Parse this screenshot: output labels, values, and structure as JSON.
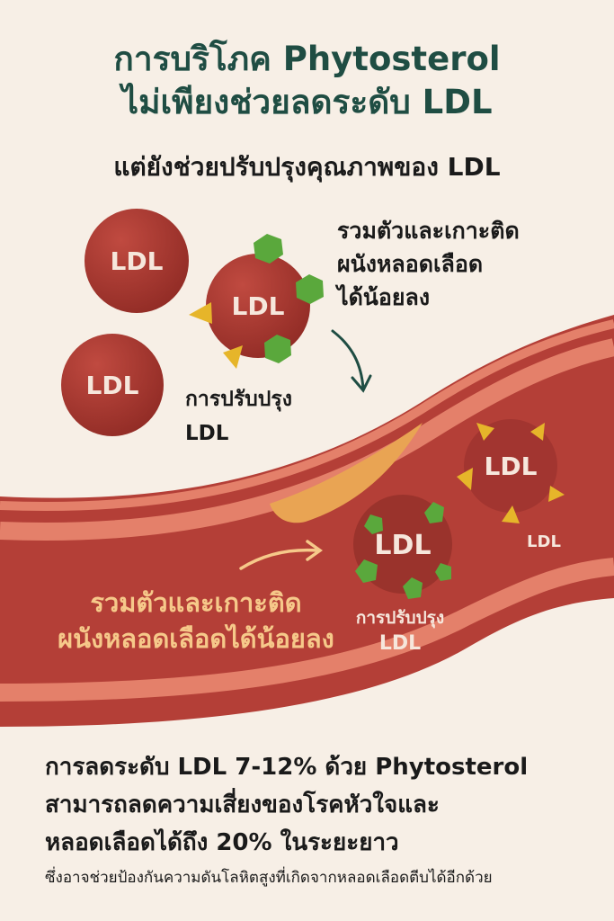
{
  "header": {
    "title_line1": "การบริโภค Phytosterol",
    "title_line2": "ไม่เพียงช่วยลดระดับ LDL",
    "subtitle": "แต่ยังช่วยปรับปรุงคุณภาพของ LDL"
  },
  "diagram": {
    "ldl_label": "LDL",
    "top_callout": [
      "รวมตัวและเกาะติด",
      "ผนังหลอดเลือด",
      "ได้น้อยลง"
    ],
    "improve_label": [
      "การปรับปรุง",
      "LDL"
    ],
    "vessel_callout": [
      "รวมตัวและเกาะติด",
      "ผนังหลอดเลือดได้น้อยลง"
    ],
    "vessel_improve_label": [
      "การปรับปรุง",
      "LDL"
    ],
    "small_ldl_label": "LDL"
  },
  "footer": {
    "line1": "การลดระดับ LDL 7-12% ด้วย Phytosterol",
    "line2": "สามารถลดความเสี่ยงของโรคหัวใจและ",
    "line3": "หลอดเลือดได้ถึง 20% ในระยะยาว",
    "note": "ซึ่งอาจช่วยป้องกันความดันโลหิตสูงที่เกิดจากหลอดเลือดตีบได้อีกด้วย"
  },
  "colors": {
    "background": "#f7efe6",
    "title": "#1f4d43",
    "vessel": "#b43f37",
    "vessel_stripe": "#e4806a",
    "plaque": "#e9a453",
    "ldl": "#a8352d",
    "phytosterol_green": "#5aa83c",
    "yellow": "#e6b52a",
    "callout_text": "#f6c98a"
  }
}
